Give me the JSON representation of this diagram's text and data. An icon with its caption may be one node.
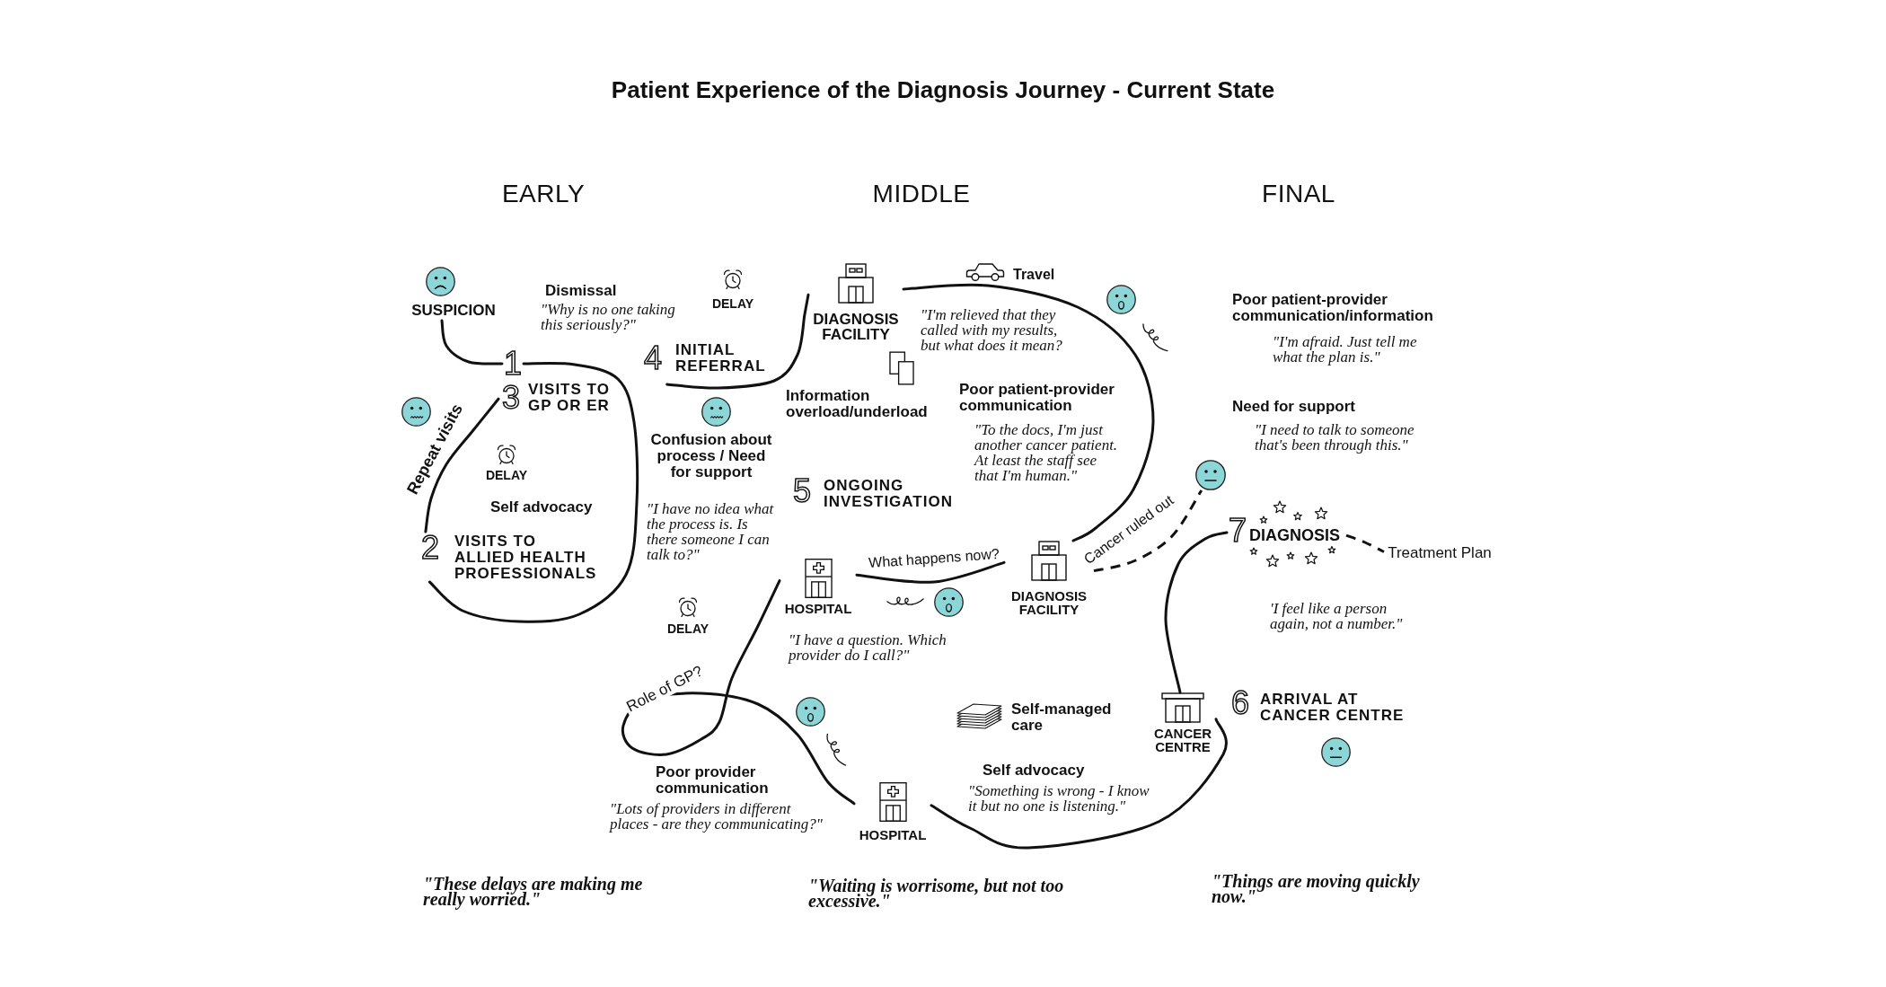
{
  "diagram": {
    "title": "Patient Experience of the Diagnosis Journey - Current State",
    "nodes": [
      {
        "text": [
          "SUSPICION"
        ]
      },
      {
        "text": [
          "1"
        ]
      },
      {
        "text": [
          "2",
          "VISITS TO ALLIED HEALTH PROFESSIONALS"
        ]
      },
      {
        "text": [
          "3",
          "VISITS TO GP OR ER"
        ]
      },
      {
        "text": [
          "4",
          "INITIAL REFERRAL"
        ]
      },
      {
        "text": [
          "DIAGNOSIS FACILITY"
        ]
      },
      {
        "text": [
          "DIAGNOSIS FACILITY"
        ]
      },
      {
        "text": [
          "HOSPITAL"
        ]
      },
      {
        "text": [
          "HOSPITAL"
        ]
      },
      {
        "text": [
          "CANCER CENTRE"
        ],
        "beside": [
          "6",
          "ARRIVAL AT CANCER CENTRE"
        ]
      },
      {
        "text": [
          "7",
          "DIAGNOSIS"
        ]
      },
      {
        "text": [],
        "shape": "picture"
      },
      {
        "text": [
          "Treatment Plan"
        ]
      }
    ],
    "edges": [
      {
        "from": 0,
        "to": 1,
        "arrow": "none"
      },
      {
        "from": 1,
        "to": 2,
        "arrow": "none"
      },
      {
        "from": 2,
        "to": 3,
        "arrow": "none",
        "label": "Repeat visits"
      },
      {
        "from": 4,
        "to": 5,
        "arrow": "none"
      },
      {
        "from": 5,
        "to": 6,
        "arrow": "none"
      },
      {
        "from": 6,
        "to": 7,
        "arrow": "none",
        "label": "What happens now?"
      },
      {
        "from": 7,
        "to": 8,
        "arrow": "none",
        "label": "Role of GP?"
      },
      {
        "from": 8,
        "to": 9,
        "arrow": "none"
      },
      {
        "from": 9,
        "to": 10,
        "arrow": "none"
      },
      {
        "from": 6,
        "to": 11,
        "arrow": "none",
        "label": "Cancer ruled out",
        "style": "dashed"
      },
      {
        "from": 10,
        "to": 12,
        "arrow": "none",
        "style": "dashed"
      }
    ],
    "labels": [
      "EARLY",
      "MIDDLE",
      "FINAL",
      "Dismissal",
      "\"Why is no one taking this seriously?\"",
      "DELAY",
      "Travel",
      "\"I'm relieved that they called with my results, but what does it mean?",
      "Poor patient-provider communication/information",
      "\"I'm afraid. Just tell me what the plan is.\"",
      "Information overload/underload",
      "Poor patient-provider communication",
      "Confusion about process / Need for support",
      "\"To the docs, I'm just another cancer patient. At least the staff see that I'm human.\"",
      "Need for support",
      "\"I need to talk to someone that's been through this.\"",
      "DELAY",
      "Self advocacy",
      "5",
      "ONGOING INVESTIGATION",
      "\"I have no idea what the process is. Is there someone I can talk to?\"",
      "'I feel like a person again, not a number.\"",
      "DELAY",
      "\"I have a question. Which provider do I call?\"",
      "Self-managed care",
      "Self advocacy",
      "Poor provider communication",
      "\"Lots of providers in different places - are they communicating?\"",
      "\"Something is wrong - I know it but no one is listening.\"",
      "\"These delays are making me really worried.\"",
      "\"Waiting is worrisome, but not too excessive.\"",
      "\"Things are moving quickly now.\""
    ]
  }
}
